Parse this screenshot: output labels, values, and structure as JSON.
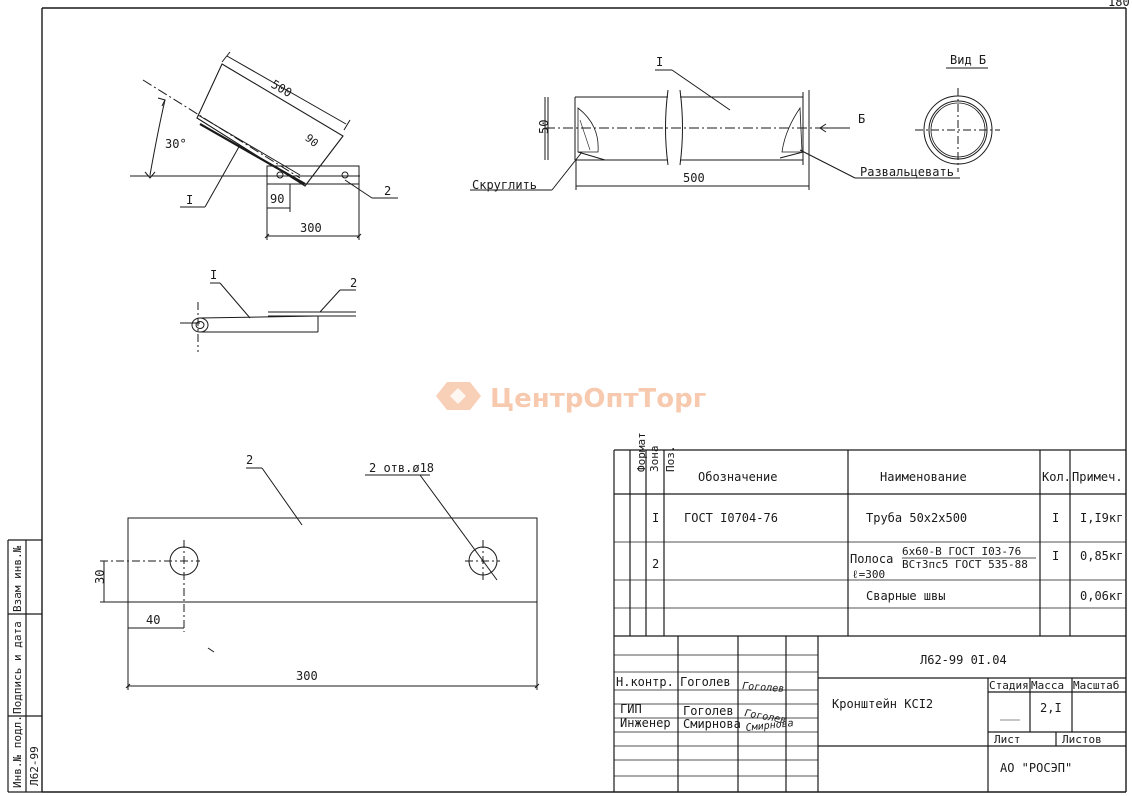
{
  "sheet": {
    "page_number": "180",
    "watermark": "ЦентрОптТорг"
  },
  "drawing1": {
    "dim_length": "500",
    "angle": "30°",
    "angle_small": "90",
    "leader_1": "I",
    "leader_2": "2",
    "dim_90": "90",
    "dim_300": "300"
  },
  "drawing2": {
    "leader_1": "I",
    "dim_50": "50",
    "dim_500": "500",
    "note_round": "Скруглить",
    "note_flare": "Развальцевать",
    "view_letter": "Б",
    "view_label": "Вид Б"
  },
  "drawing3": {
    "leader_1": "I",
    "leader_2": "2"
  },
  "drawing4": {
    "leader_2": "2",
    "holes_note": "2 отв.ø18",
    "dim_30": "30",
    "dim_40": "40",
    "dim_300": "300"
  },
  "spec_table": {
    "headers": {
      "format": "Формат",
      "zone": "Зона",
      "pos": "Поз.",
      "designation": "Обозначение",
      "name": "Наименование",
      "qty": "Кол.",
      "note": "Примеч."
    },
    "rows": [
      {
        "pos": "I",
        "designation": "ГОСТ I0704-76",
        "name": "Труба 50х2х500",
        "qty": "I",
        "note": "I,I9кг"
      },
      {
        "pos": "2",
        "designation": "",
        "name_a": "Полоса",
        "name_b": "6х60-В ГОСТ I03-76",
        "name_c": "ВСт3пс5 ГОСТ 535-88",
        "name_d": "ℓ=300",
        "qty": "I",
        "note": "0,85кг"
      },
      {
        "pos": "",
        "designation": "",
        "name": "Сварные швы",
        "qty": "",
        "note": "0,06кг"
      }
    ]
  },
  "title_block": {
    "doc_code": "Л62-99 0I.04",
    "title": "Кронштейн КСI2",
    "stage_label": "Стадия",
    "mass_label": "Масса",
    "scale_label": "Масштаб",
    "mass_value": "2,I",
    "sheet_label": "Лист",
    "sheets_label": "Листов",
    "company": "АО \"РОСЭП\"",
    "signers": [
      {
        "role": "Н.контр.",
        "name": "Гоголев",
        "sign": "Гоголев"
      },
      {
        "role": "ГИП",
        "name": "Гоголев",
        "sign": "Гоголев"
      },
      {
        "role": "Инженер",
        "name": "Смирнова",
        "sign": "Смирнова"
      }
    ]
  },
  "side_stamp": {
    "inv_orig": "Инв.№ подл.",
    "sign_date": "Подпись и дата",
    "inv_replace": "Взам инв.№",
    "doc_code": "Л62-99"
  }
}
